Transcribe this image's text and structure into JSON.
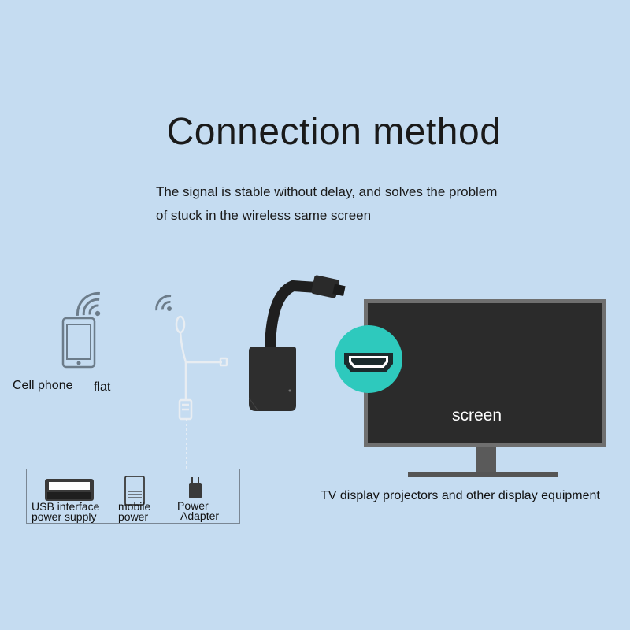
{
  "title": "Connection method",
  "subtitle": {
    "line1": "The signal is stable without delay, and solves the problem",
    "line2": "of stuck in the wireless same screen"
  },
  "devices": {
    "cell_phone": "Cell phone",
    "flat": "flat"
  },
  "power_sources": [
    {
      "line1": "USB interface",
      "line2": "power supply"
    },
    {
      "line1": "mobile",
      "line2": "power"
    },
    {
      "line1": "Power",
      "line2": "Adapter"
    }
  ],
  "tv": {
    "screen_label": "screen",
    "caption": "TV display projectors and other display equipment"
  },
  "colors": {
    "background": "#c5dcf1",
    "hdmi_badge": "#2ec9bd",
    "tv_panel": "#2b2b2b",
    "dongle": "#2e2e2e"
  },
  "icons": [
    "phone-icon",
    "wifi-signal-icon",
    "hdmi-icon",
    "usb-port-icon",
    "power-bank-icon",
    "power-adapter-icon"
  ]
}
